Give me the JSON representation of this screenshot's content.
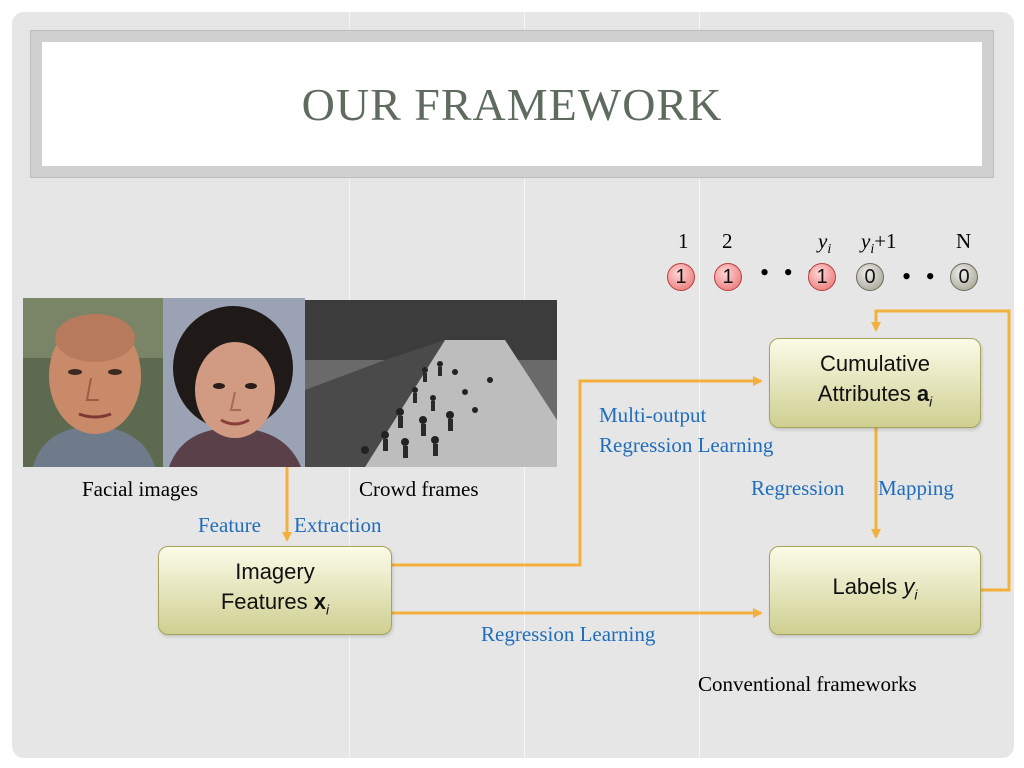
{
  "title": "OUR FRAMEWORK",
  "captions": {
    "facial": "Facial images",
    "crowd": "Crowd frames",
    "feature": "Feature",
    "extraction": "Extraction",
    "multi_output_1": "Multi-output",
    "multi_output_2": "Regression Learning",
    "regression": "Regression",
    "mapping": "Mapping",
    "regression_learning": "Regression Learning",
    "conventional": "Conventional frameworks"
  },
  "boxes": {
    "imagery": {
      "line1": "Imagery",
      "line2_text": "Features ",
      "line2_var": "x",
      "line2_sub": "i"
    },
    "cumulative": {
      "line1": "Cumulative",
      "line2_text": "Attributes ",
      "line2_var": "a",
      "line2_sub": "i"
    },
    "labels": {
      "text": "Labels ",
      "var": "y",
      "sub": "i"
    }
  },
  "vector": {
    "indices": {
      "one": "1",
      "two": "2",
      "yi_var": "y",
      "yi_sub": "i",
      "yi1_var": "y",
      "yi1_sub": "i",
      "yi1_suffix": "+1",
      "n": "N"
    },
    "values": [
      "1",
      "1",
      "1",
      "0",
      "0"
    ],
    "ellipsis": "• • •"
  },
  "colors": {
    "arrow": "#f2b13c",
    "blue_text": "#1f6dbd",
    "title": "#5e6b5e",
    "one_circle": "#e86a6a",
    "zero_circle": "#9a9a86"
  }
}
